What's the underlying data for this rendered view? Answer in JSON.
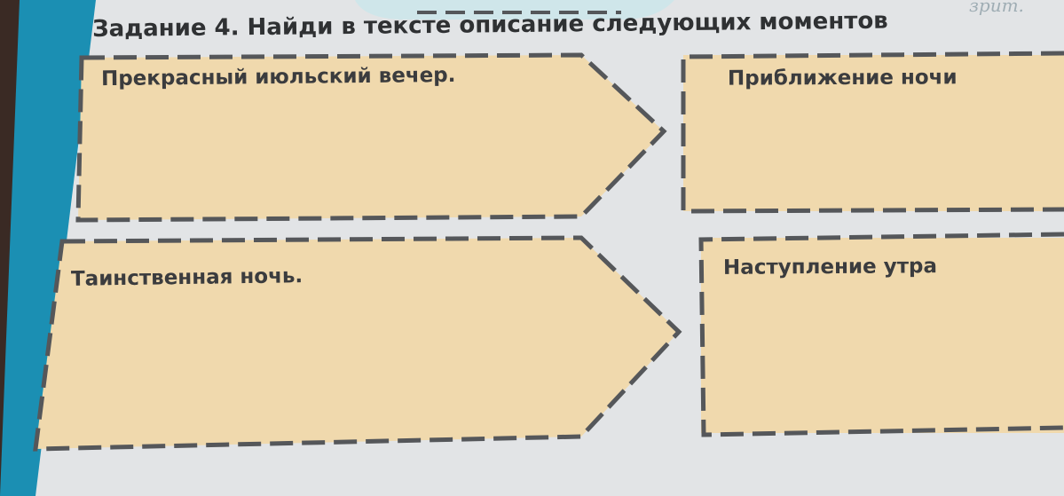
{
  "task": {
    "title": "Задание 4. Найди в тексте описание следующих моментов"
  },
  "boxes": [
    {
      "label": "Прекрасный июльский вечер."
    },
    {
      "label": "Приближение ночи"
    },
    {
      "label": "Таинственная ночь."
    },
    {
      "label": "Наступление утра"
    }
  ],
  "handwriting": "зрит.",
  "colors": {
    "teal_margin": "#1b8fb3",
    "page": "#e4e6e7",
    "box_fill": "#f0d9ad",
    "dash": "#55575a",
    "text": "#333537"
  }
}
